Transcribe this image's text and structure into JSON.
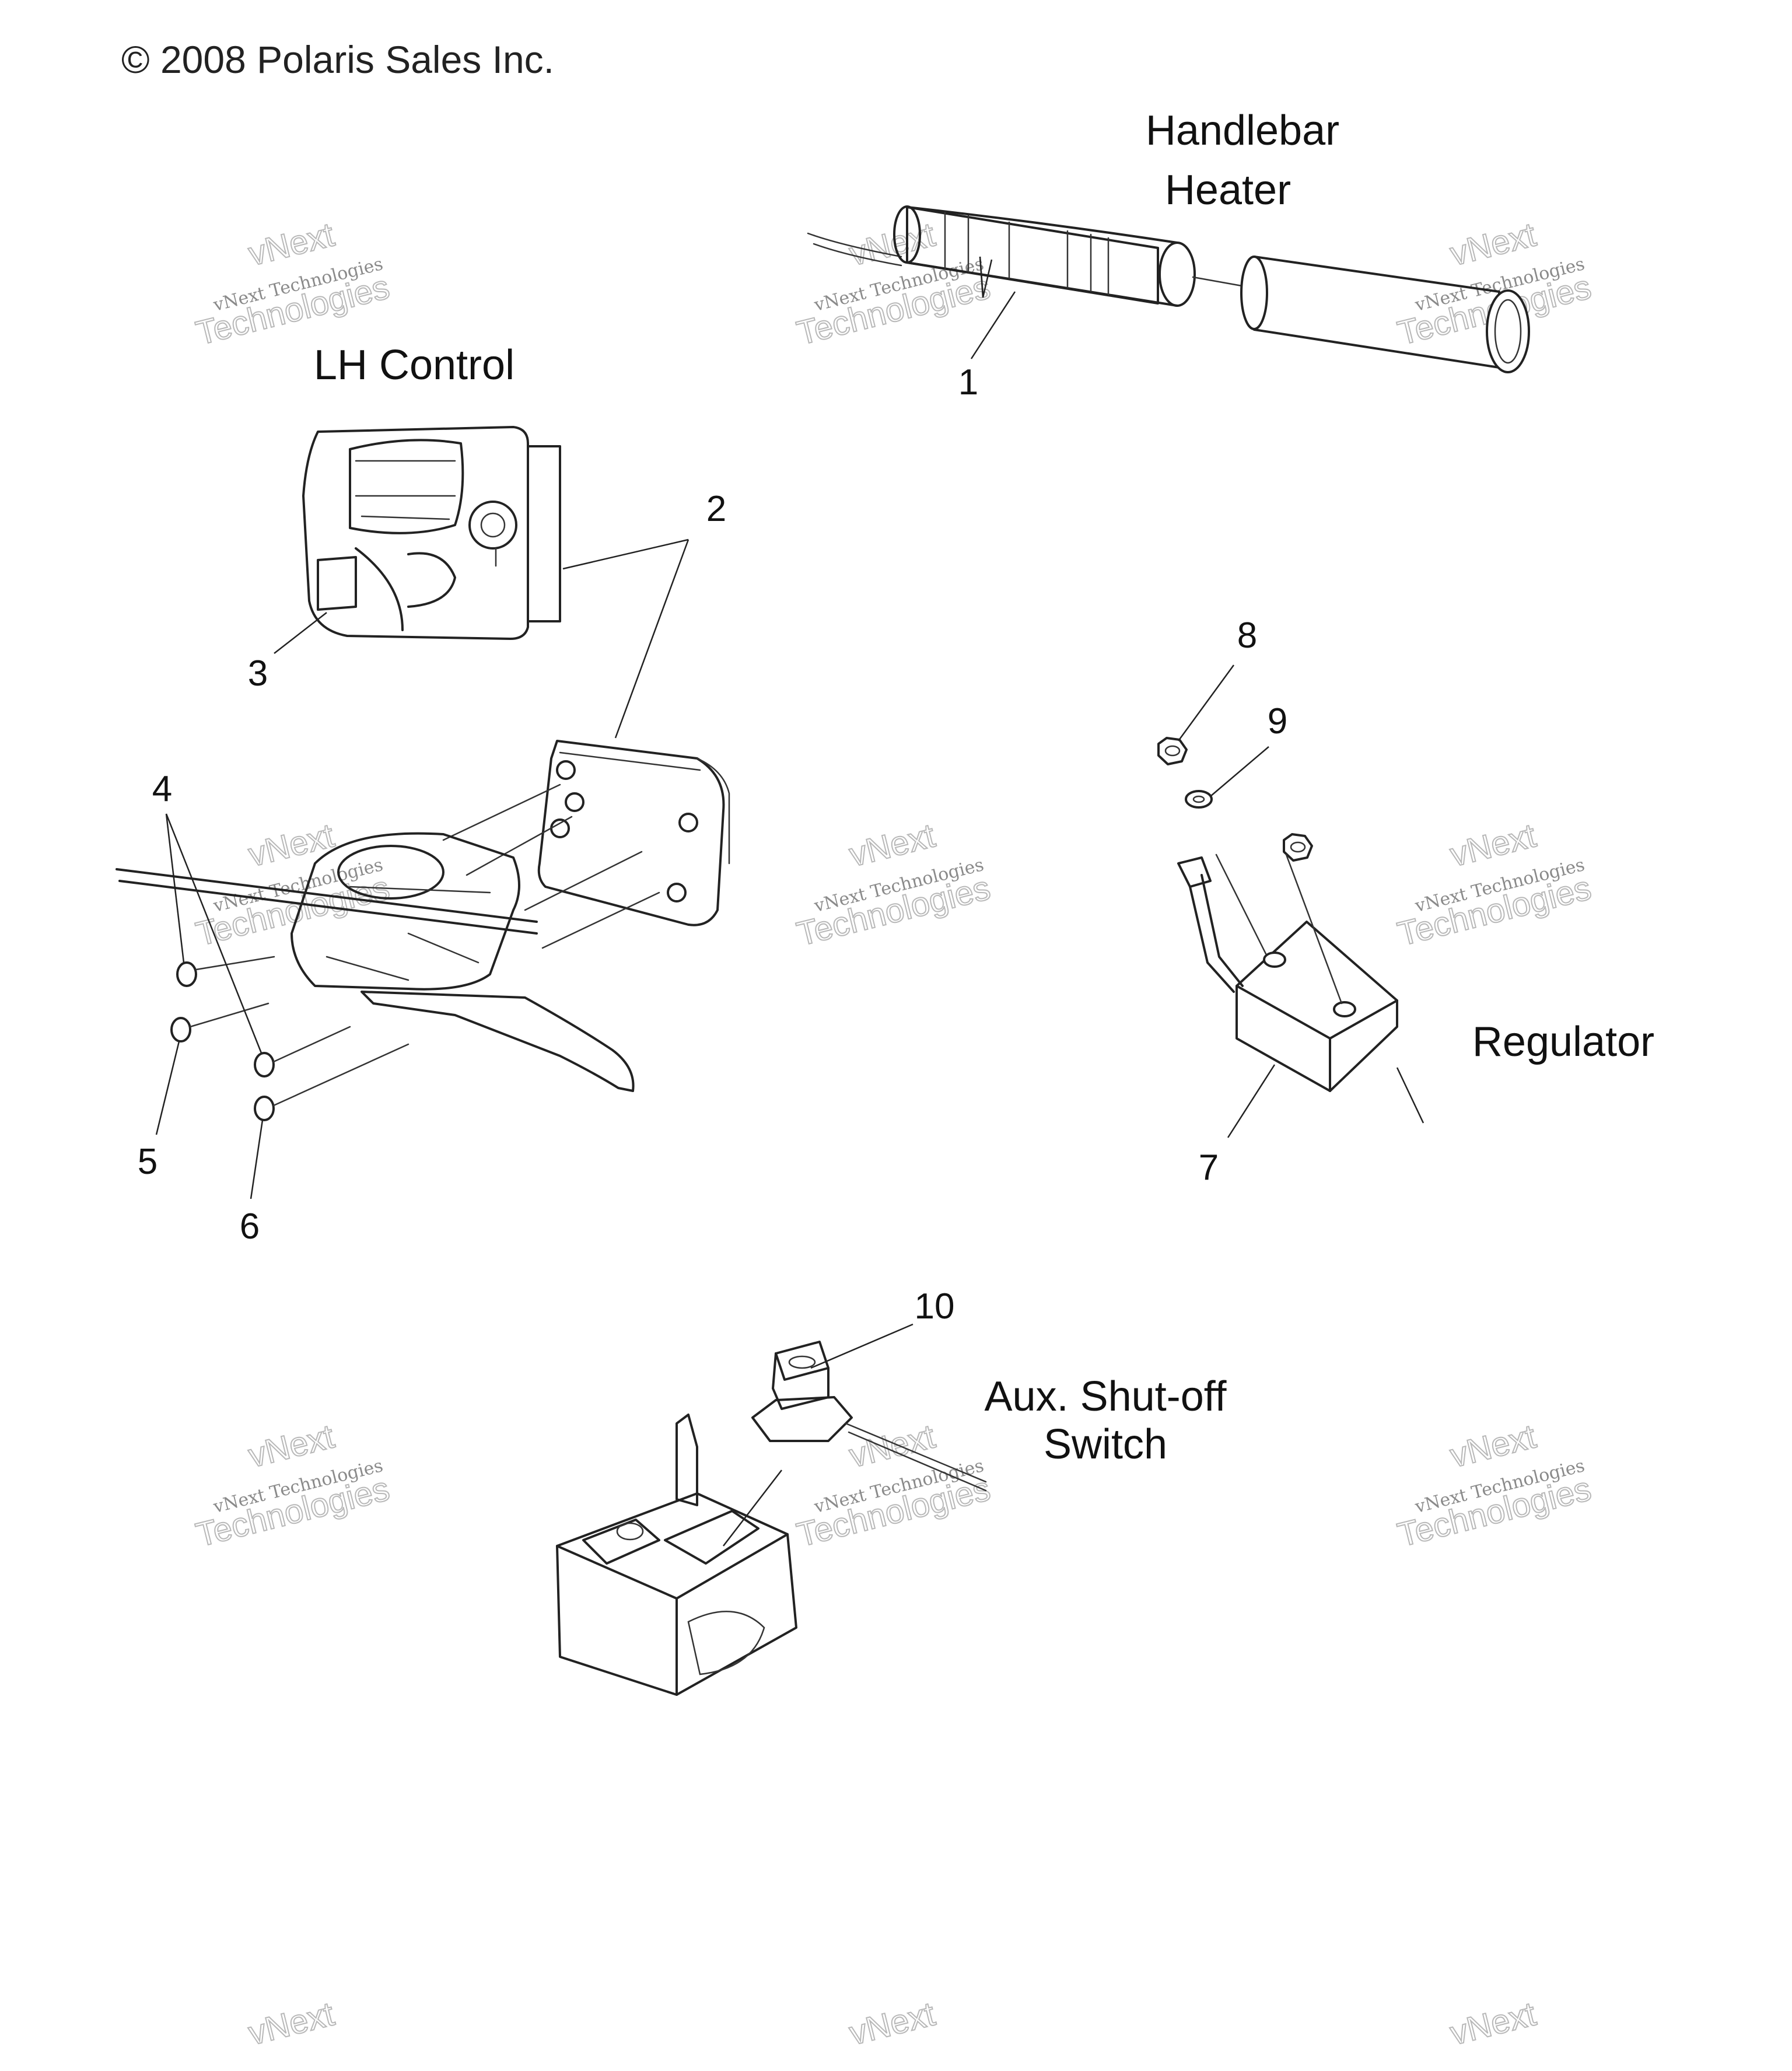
{
  "copyright": "© 2008 Polaris Sales Inc.",
  "section_labels": {
    "handlebar_heater_line1": "Handlebar",
    "handlebar_heater_line2": "Heater",
    "lh_control": "LH Control",
    "regulator": "Regulator",
    "aux_switch_line1": "Aux. Shut-off",
    "aux_switch_line2": "Switch"
  },
  "callouts": [
    "1",
    "2",
    "3",
    "4",
    "5",
    "6",
    "7",
    "8",
    "9",
    "10"
  ],
  "watermark": {
    "small": "vNext Technologies",
    "large_line1": "vNext",
    "large_line2": "Technologies"
  },
  "icons": {
    "copyright": "copyright-symbol",
    "parts": [
      "heater-grip",
      "handlebar-tube",
      "lh-control-housing",
      "brake-lever-assembly",
      "regulator-box",
      "hex-nut",
      "lock-washer",
      "aux-switch",
      "switch-bracket"
    ]
  }
}
